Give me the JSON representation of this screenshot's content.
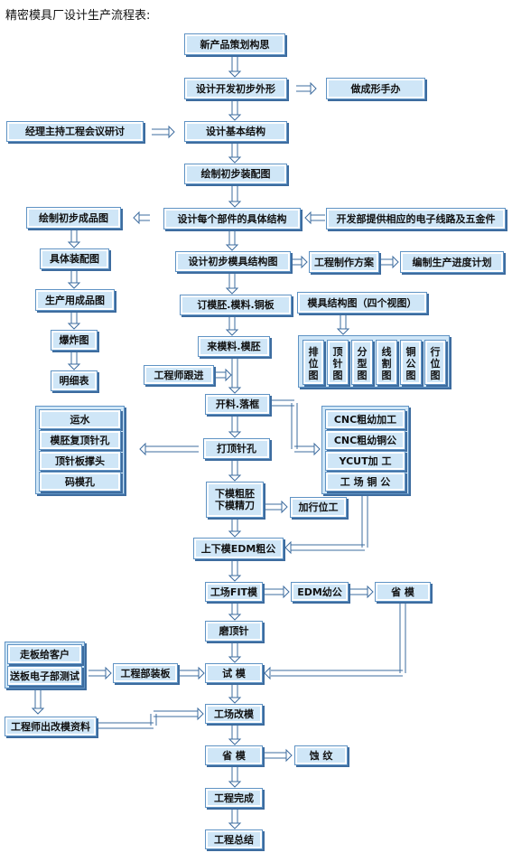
{
  "title": "精密模具厂设计生产流程表:",
  "nodes": {
    "n1": "新产品策划构思",
    "n2": "设计开发初步外形",
    "n3": "做成形手办",
    "n4": "经理主持工程会议研讨",
    "n5": "设计基本结构",
    "n6": "绘制初步装配图",
    "n7": "绘制初步成品图",
    "n8": "设计每个部件的具体结构",
    "n9": "开发部提供相应的电子线路及五金件",
    "n10": "具体装配图",
    "n11": "设计初步模具结构图",
    "n12": "工程制作方案",
    "n13": "编制生产进度计划",
    "n14": "生产用成品图",
    "n15": "订模胚.模料.铜板",
    "n16": "模具结构图（四个视图）",
    "n17": "爆炸图",
    "n18": "来模料.模胚",
    "n19": "明细表",
    "n20": "工程师跟进",
    "n21": "开料.落框",
    "n22": "打顶针孔",
    "n23": "下模粗胚",
    "n23b": "下模精刀",
    "n24": "加行位工",
    "n25": "上下模EDM粗公",
    "n26": "工场FIT模",
    "n27": "EDM幼公",
    "n28": "省 模",
    "n29": "磨顶针",
    "n30": "走板给客户",
    "n31": "送板电子部测试",
    "n32": "工程部装板",
    "n33": "试 模",
    "n34": "工程师出改模资料",
    "n35": "工场改模",
    "n36": "省 模",
    "n37": "蚀 纹",
    "n38": "工程完成",
    "n39": "工程总结"
  },
  "views": [
    "排位图",
    "顶针图",
    "分型图",
    "线割图",
    "铜公图",
    "行位图"
  ],
  "left_group": [
    "运水",
    "模胚复顶针孔",
    "顶针板撑头",
    "码模孔"
  ],
  "right_group": [
    "CNC粗幼加工",
    "CNC粗幼铜公",
    "YCUT加 工",
    "工 场 铜 公"
  ],
  "colors": {
    "box": "#cfe6f7",
    "border": "#5f93c4",
    "line": "#3d6c9f"
  }
}
